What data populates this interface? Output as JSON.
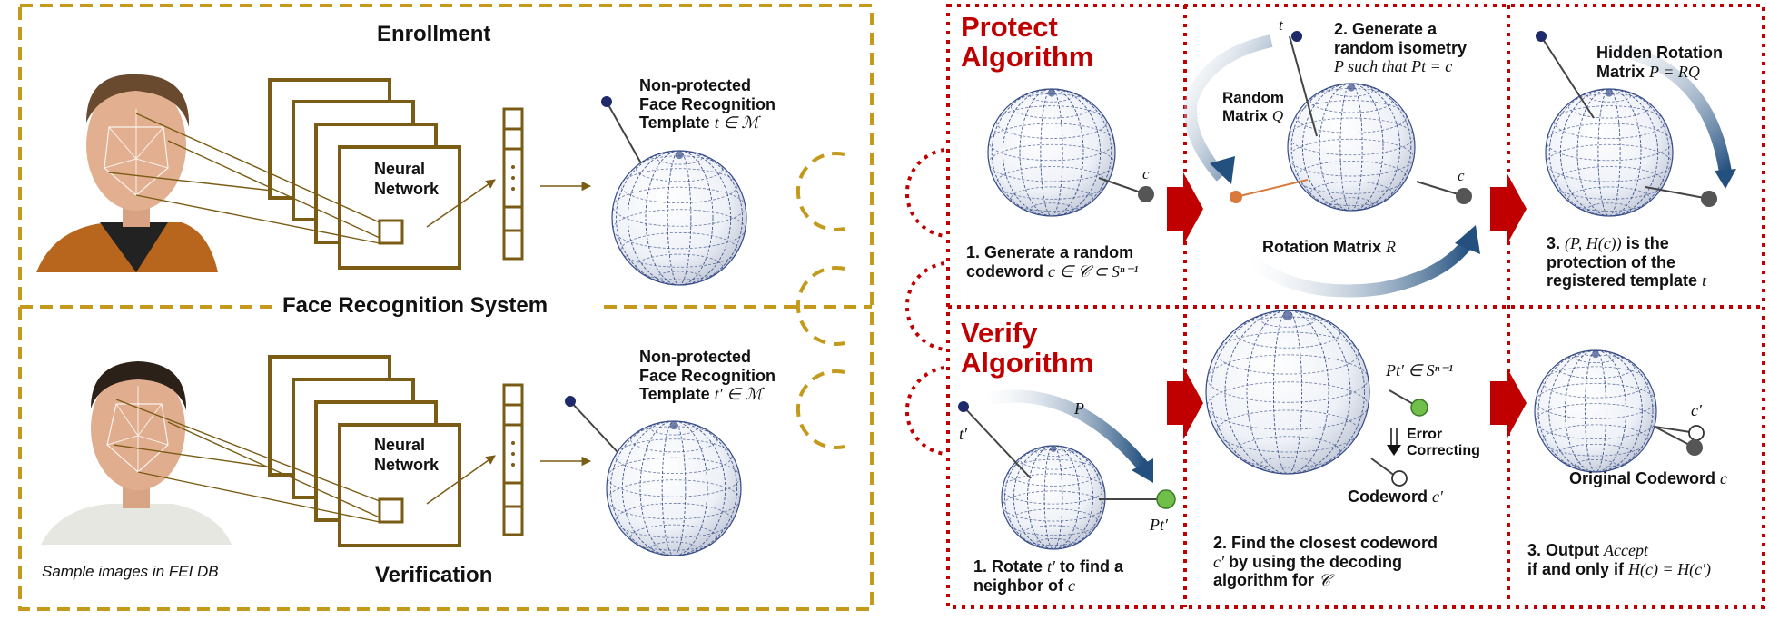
{
  "left": {
    "enrollment_title": "Enrollment",
    "verification_title": "Verification",
    "system_label": "Face Recognition System",
    "neural_network": "Neural Network",
    "template_top": [
      "Non-protected",
      "Face Recognition",
      "Template"
    ],
    "template_top_math": "t ∈ ℳ",
    "template_bottom": [
      "Non-protected",
      "Face Recognition",
      "Template"
    ],
    "template_bottom_math": "t′ ∈ ℳ",
    "caption": "Sample images in FEI DB"
  },
  "protect": {
    "title": [
      "Protect",
      "Algorithm"
    ],
    "step1": [
      "1. Generate a random",
      "codeword"
    ],
    "step1_math": "c ∈ 𝒞 ⊂ Sⁿ⁻¹",
    "step1_point": "c",
    "step2": [
      "2. Generate a",
      "random isometry"
    ],
    "step2_math_line": "P such that Pt = c",
    "step2_t": "t",
    "step2_c": "c",
    "random_matrix": [
      "Random",
      "Matrix"
    ],
    "random_matrix_math": "Q",
    "rotation_matrix": "Rotation Matrix",
    "rotation_matrix_math": "R",
    "hidden_rotation": [
      "Hidden Rotation",
      "Matrix"
    ],
    "hidden_rotation_math": "P = RQ",
    "step3": [
      "3.",
      "is the",
      "protection of the",
      "registered template"
    ],
    "step3_math": "(P, H(c))",
    "step3_t": "t"
  },
  "verify": {
    "title": [
      "Verify",
      "Algorithm"
    ],
    "step1": [
      "1. Rotate",
      "to find a",
      "neighbor of"
    ],
    "step1_math_t": "t′",
    "step1_math_c": "c",
    "label_t": "t′",
    "label_P": "P",
    "label_Pt": "Pt′",
    "step2_pt": "Pt′ ∈ Sⁿ⁻¹",
    "error_correcting": [
      "Error",
      "Correcting"
    ],
    "codeword_label": "Codeword",
    "codeword_math": "c′",
    "step2": [
      "2. Find the closest codeword",
      "by using the decoding",
      "algorithm for"
    ],
    "step2_math_c": "c′",
    "step2_math_C": "𝒞",
    "c_prime": "c′",
    "original_codeword": "Original Codeword",
    "original_codeword_math": "c",
    "step3": [
      "3. Output",
      "if and only if"
    ],
    "step3_accept": "Accept",
    "step3_math": "H(c) = H(c′)"
  },
  "colors": {
    "gold": "#c39a1c",
    "red": "#c00000",
    "nn_brown": "#7a5c14",
    "arrow_blue": "#23507f",
    "pin_navy": "#1f2a6b",
    "sphere_line": "#3a4f8a",
    "point_gray": "#555555",
    "point_green": "#6fbf4a",
    "point_orange": "#d97a3c"
  }
}
